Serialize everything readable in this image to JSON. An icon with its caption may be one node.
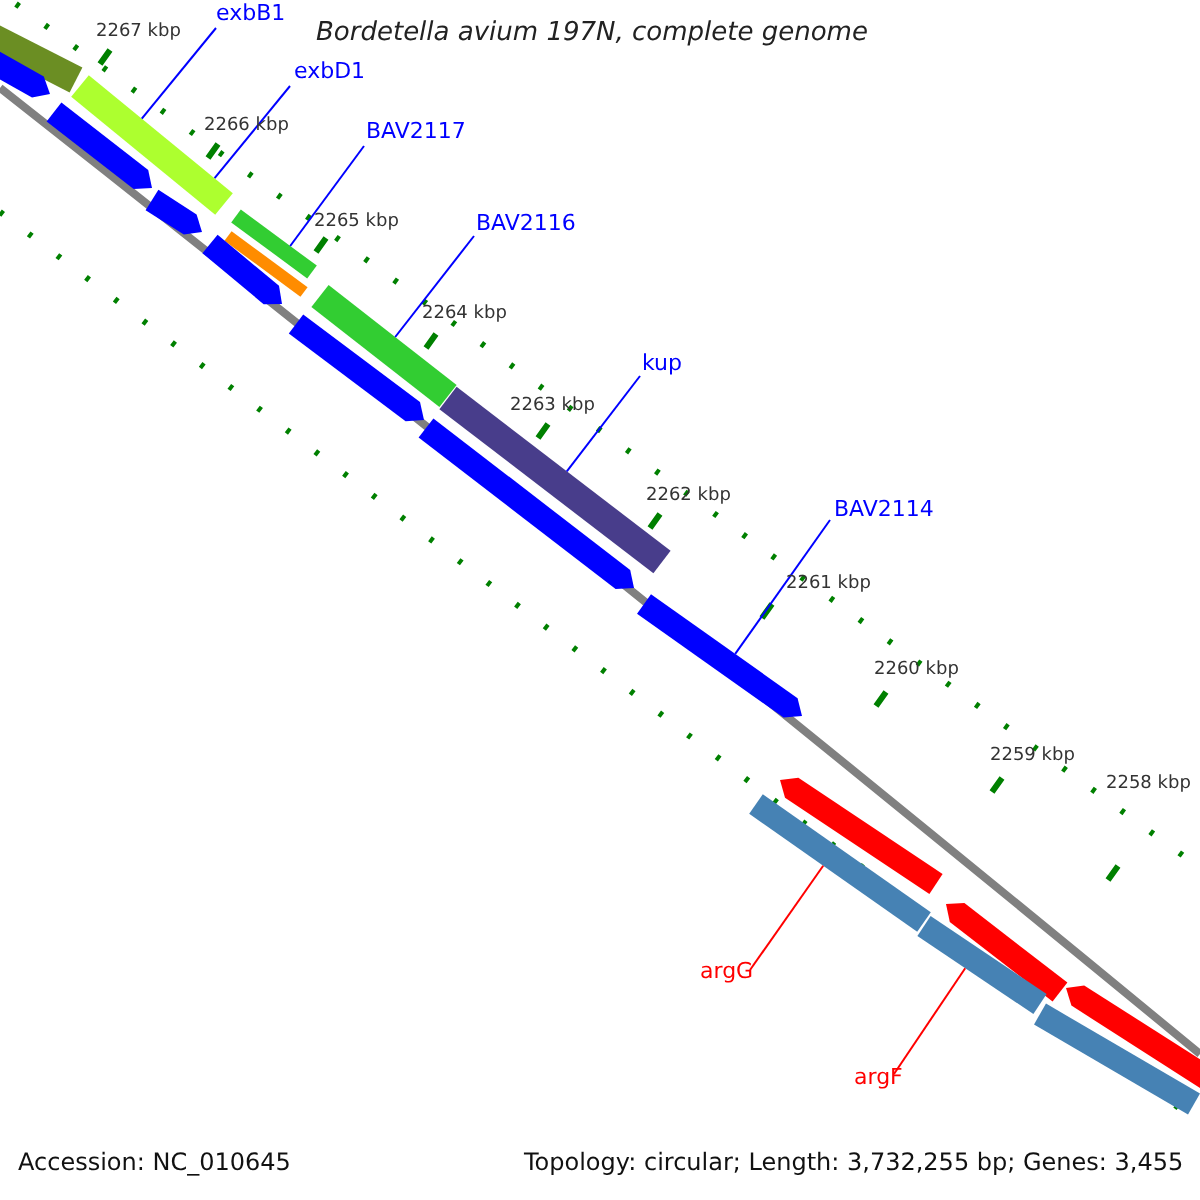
{
  "diagram": {
    "title": "Bordetella avium 197N, complete genome",
    "nodes": [
      {
        "text": [
          "exbB1"
        ]
      },
      {
        "text": [
          "exbD1"
        ]
      },
      {
        "text": [
          "BAV2117"
        ]
      },
      {
        "text": [
          "BAV2116"
        ]
      },
      {
        "text": [
          "kup"
        ]
      },
      {
        "text": [
          "BAV2114"
        ]
      },
      {
        "text": [
          "argG"
        ]
      },
      {
        "text": [
          "argF"
        ]
      },
      {
        "text": [],
        "shape": "bar"
      },
      {
        "text": [],
        "shape": "bar"
      },
      {
        "text": [],
        "shape": "bar"
      },
      {
        "text": [],
        "shape": "bar"
      },
      {
        "text": [],
        "shape": "arrow"
      },
      {
        "text": [],
        "shape": "bar"
      },
      {
        "text": [],
        "shape": "bar"
      }
    ],
    "edges": [
      {
        "from": 0,
        "to": 8,
        "arrow": "none"
      },
      {
        "from": 1,
        "to": 8,
        "arrow": "none"
      },
      {
        "from": 2,
        "to": 9,
        "arrow": "none"
      },
      {
        "from": 3,
        "to": 10,
        "arrow": "none"
      },
      {
        "from": 4,
        "to": 11,
        "arrow": "none"
      },
      {
        "from": 5,
        "to": 12,
        "arrow": "none"
      },
      {
        "from": 6,
        "to": 13,
        "arrow": "none",
        "color": "#ff0000"
      },
      {
        "from": 7,
        "to": 14,
        "arrow": "none",
        "color": "#ff0000"
      }
    ],
    "labels": [
      "2267 kbp",
      "2266 kbp",
      "2265 kbp",
      "2264 kbp",
      "2263 kbp",
      "2262 kbp",
      "2261 kbp",
      "2260 kbp",
      "2259 kbp",
      "2258 kbp",
      "Accession: NC_010645",
      "Topology: circular; Length: 3,732,255 bp; Genes: 3,455"
    ]
  }
}
